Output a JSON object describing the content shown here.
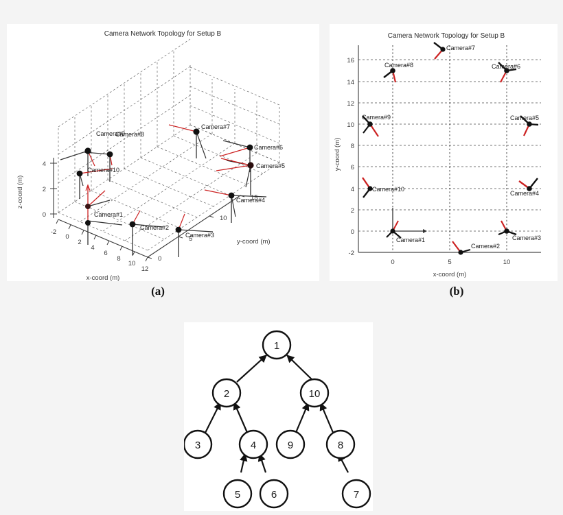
{
  "figure": {
    "background_color": "#f4f4f4",
    "panel_color": "#ffffff",
    "marker_color": "#000000",
    "accent_color": "#cc2222",
    "grid_color": "#555555"
  },
  "panel_a": {
    "caption": "(a)",
    "title": "Camera Network Topology for Setup B",
    "xlabel": "x-coord (m)",
    "ylabel": "y-coord (m)",
    "zlabel": "z-coord (m)",
    "xticks": [
      "-2",
      "0",
      "2",
      "4",
      "6",
      "8",
      "10",
      "12"
    ],
    "yticks": [
      "0",
      "5",
      "10",
      "15"
    ],
    "zticks": [
      "0",
      "2",
      "4"
    ],
    "camera_labels": [
      "Camera#1",
      "Camera#2",
      "Camera#3",
      "Camera#4",
      "Camera#5",
      "Camera#6",
      "Camera#7",
      "Camera#8",
      "Camera#9",
      "Camera#10"
    ]
  },
  "panel_b": {
    "caption": "(b)",
    "title": "Camera Network Topology for Setup B",
    "xlabel": "x-coord (m)",
    "ylabel": "y-coord (m)",
    "xticks": [
      "0",
      "5",
      "10"
    ],
    "yticks": [
      "-2",
      "0",
      "2",
      "4",
      "6",
      "8",
      "10",
      "12",
      "14",
      "16"
    ],
    "xlim": [
      -3,
      13
    ],
    "ylim": [
      -2,
      17.4
    ],
    "camera_labels": [
      "Camera#1",
      "Camera#2",
      "Camera#3",
      "Camera#4",
      "Camera#5",
      "Camera#6",
      "Camera#7",
      "Camera#8",
      "Camera#9",
      "Camera#10"
    ]
  },
  "panel_c": {
    "nodes": [
      "1",
      "2",
      "10",
      "3",
      "4",
      "9",
      "8",
      "5",
      "6",
      "7"
    ],
    "edges": [
      [
        "2",
        "1"
      ],
      [
        "10",
        "1"
      ],
      [
        "3",
        "2"
      ],
      [
        "4",
        "2"
      ],
      [
        "9",
        "10"
      ],
      [
        "8",
        "10"
      ],
      [
        "5",
        "4"
      ],
      [
        "6",
        "4"
      ],
      [
        "7",
        "8"
      ]
    ]
  },
  "chart_data": [
    {
      "type": "scatter",
      "panel": "a",
      "projection": "3d",
      "title": "Camera Network Topology for Setup B",
      "xlabel": "x-coord (m)",
      "ylabel": "y-coord (m)",
      "zlabel": "z-coord (m)",
      "xlim": [
        -3,
        13
      ],
      "ylim": [
        -2,
        17
      ],
      "zlim": [
        0,
        5
      ],
      "xticks": [
        -2,
        0,
        2,
        4,
        6,
        8,
        10,
        12
      ],
      "yticks": [
        0,
        5,
        10,
        15
      ],
      "zticks": [
        0,
        2,
        4
      ],
      "grid": true,
      "legend": "none",
      "points": [
        {
          "label": "Camera#1",
          "x": 0,
          "y": 0,
          "z": 2.6
        },
        {
          "label": "Camera#2",
          "x": 6,
          "y": -2,
          "z": 2.4
        },
        {
          "label": "Camera#3",
          "x": 10,
          "y": 0,
          "z": 2.4
        },
        {
          "label": "Camera#4",
          "x": 12,
          "y": 5,
          "z": 2.5
        },
        {
          "label": "Camera#5",
          "x": 12,
          "y": 10,
          "z": 3.0
        },
        {
          "label": "Camera#6",
          "x": 10,
          "y": 15,
          "z": 3.4
        },
        {
          "label": "Camera#7",
          "x": 4.4,
          "y": 17,
          "z": 3.6
        },
        {
          "label": "Camera#8",
          "x": 0,
          "y": 15,
          "z": 3.4
        },
        {
          "label": "Camera#9",
          "x": -2,
          "y": 10,
          "z": 3.3
        },
        {
          "label": "Camera#10",
          "x": -2,
          "y": 5,
          "z": 3.1
        }
      ]
    },
    {
      "type": "scatter",
      "panel": "b",
      "projection": "2d",
      "title": "Camera Network Topology for Setup B",
      "xlabel": "x-coord (m)",
      "ylabel": "y-coord (m)",
      "xlim": [
        -3,
        13
      ],
      "ylim": [
        -2,
        17.4
      ],
      "xticks": [
        0,
        5,
        10
      ],
      "yticks": [
        -2,
        0,
        2,
        4,
        6,
        8,
        10,
        12,
        14,
        16
      ],
      "grid": true,
      "legend": "none",
      "points": [
        {
          "label": "Camera#1",
          "x": 0,
          "y": 0
        },
        {
          "label": "Camera#2",
          "x": 6,
          "y": -2
        },
        {
          "label": "Camera#3",
          "x": 10,
          "y": 0
        },
        {
          "label": "Camera#4",
          "x": 12,
          "y": 5
        },
        {
          "label": "Camera#5",
          "x": 12,
          "y": 10
        },
        {
          "label": "Camera#6",
          "x": 10,
          "y": 15
        },
        {
          "label": "Camera#7",
          "x": 4.4,
          "y": 17
        },
        {
          "label": "Camera#8",
          "x": 0,
          "y": 15
        },
        {
          "label": "Camera#9",
          "x": -2,
          "y": 10
        },
        {
          "label": "Camera#10",
          "x": -2,
          "y": 5
        }
      ]
    },
    {
      "type": "diagram",
      "panel": "c",
      "title": "",
      "nodes": [
        {
          "id": "1",
          "level": 0
        },
        {
          "id": "2",
          "level": 1
        },
        {
          "id": "10",
          "level": 1
        },
        {
          "id": "3",
          "level": 2
        },
        {
          "id": "4",
          "level": 2
        },
        {
          "id": "9",
          "level": 2
        },
        {
          "id": "8",
          "level": 2
        },
        {
          "id": "5",
          "level": 3
        },
        {
          "id": "6",
          "level": 3
        },
        {
          "id": "7",
          "level": 3
        }
      ],
      "edges": [
        {
          "from": "2",
          "to": "1"
        },
        {
          "from": "10",
          "to": "1"
        },
        {
          "from": "3",
          "to": "2"
        },
        {
          "from": "4",
          "to": "2"
        },
        {
          "from": "9",
          "to": "10"
        },
        {
          "from": "8",
          "to": "10"
        },
        {
          "from": "5",
          "to": "4"
        },
        {
          "from": "6",
          "to": "4"
        },
        {
          "from": "7",
          "to": "8"
        }
      ]
    }
  ]
}
